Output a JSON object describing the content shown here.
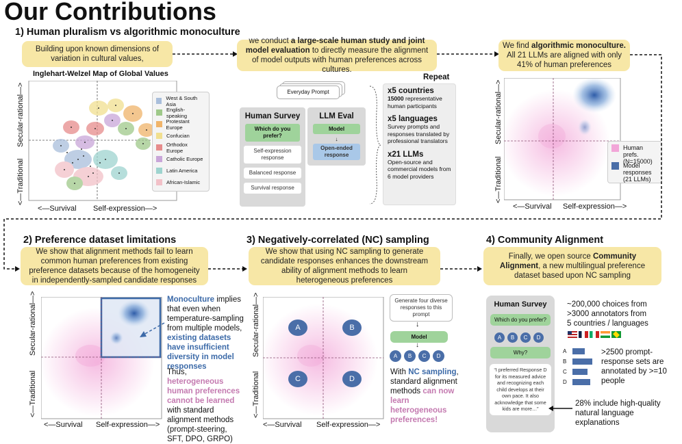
{
  "title": "Our Contributions",
  "s1": {
    "title": "1) Human pluralism vs algorithmic monoculture",
    "note_left": "Building upon known dimensions of variation in cultural values,",
    "map_title": "Inglehart-Welzel Map of Global Values",
    "legend": [
      {
        "label": "West & South Asia",
        "color": "#a9bedb"
      },
      {
        "label": "English-speaking",
        "color": "#9fc98a"
      },
      {
        "label": "Protestant Europe",
        "color": "#f0b46a"
      },
      {
        "label": "Confucian",
        "color": "#f1df8f"
      },
      {
        "label": "Orthodox Europe",
        "color": "#e68c8c"
      },
      {
        "label": "Catholic Europe",
        "color": "#c9a6d9"
      },
      {
        "label": "Latin America",
        "color": "#9ed4cf"
      },
      {
        "label": "African-Islamic",
        "color": "#f2c1c8"
      }
    ],
    "axis_y_top": "Secular-rational—>",
    "axis_y_bottom": "<—Traditional",
    "axis_x_left": "<—Survival",
    "axis_x_right": "Self-expression—>",
    "note_mid_pre": "we conduct ",
    "note_mid_bold": "a large-scale human study and joint model evaluation",
    "note_mid_post": " to directly measure the alignment of model outputs with human preferences across cultures.",
    "everyday_prompt": "Everyday Prompt",
    "human_survey": "Human Survey",
    "which_prefer": "Which do you prefer?",
    "responses": [
      "Self-expression response",
      "Balanced response",
      "Survival response"
    ],
    "llm_eval": "LLM Eval",
    "model": "Model",
    "open_ended": "Open-ended response",
    "repeat": "Repeat",
    "repeat_items": [
      {
        "head": "x5 countries",
        "sub_bold": "15000",
        "sub": " representative human participants"
      },
      {
        "head": "x5 languages",
        "sub_bold": "",
        "sub": "Survey prompts and responses translated by professional translators"
      },
      {
        "head": "x21 LLMs",
        "sub_bold": "",
        "sub": "Open-source and commercial models from 6 model providers"
      }
    ],
    "note_right_pre": "We find ",
    "note_right_bold": "algorithmic monoculture.",
    "note_right_post": " All 21 LLMs are aligned with only 41% of human preferences",
    "legend2": [
      {
        "label": "Human prefs. (N=15000)",
        "color": "#f2a6d8"
      },
      {
        "label": "Model responses (21 LLMs)",
        "color": "#4a6ea8"
      }
    ]
  },
  "s2": {
    "title": "2) Preference dataset limitations",
    "note": "We show that alignment methods fail to learn common human preferences from existing preference datasets because of the homogeneity in independently-sampled candidate responses",
    "t1_a": "Monoculture",
    "t1_b": " implies that even when temperature-sampling from multiple models, ",
    "t1_c": "existing datasets have insufficient diversity in model responses",
    "t2_a": "Thus, ",
    "t2_b": "heterogeneous human preferences cannot be learned",
    "t2_c": " with standard alignment methods (prompt-steering, SFT, DPO, GRPO)"
  },
  "s3": {
    "title": "3) Negatively-correlated (NC) sampling",
    "note": "We show that using NC sampling to generate candidate responses enhances the downstream ability of alignment methods to learn heterogeneous preferences",
    "quad_labels": [
      "A",
      "B",
      "C",
      "D"
    ],
    "gen_prompt": "Generate four diverse responses to this prompt",
    "model": "Model",
    "t_a": "With ",
    "t_b": "NC sampling",
    "t_c": ", standard alignment methods ",
    "t_d": "can now learn heterogeneous preferences!"
  },
  "s4": {
    "title": "4) Community Alignment",
    "note_pre": "Finally, we open source ",
    "note_bold": "Community Alignment",
    "note_post": ", a new multilingual preference dataset based upon NC sampling",
    "survey_title": "Human Survey",
    "which_prefer": "Which do you prefer?",
    "choices": [
      "A",
      "B",
      "C",
      "D"
    ],
    "why": "Why?",
    "quote": "“I preferred Response D for its measured advice and recognizing each child develops at their own pace. It also acknowledge that some kids are more…”",
    "stat1": "~200,000 choices from >3000 annotators from 5 countries / languages",
    "stat2": ">2500 prompt-response sets are annotated by >=10 people",
    "stat3": "28% include high-quality natural language explanations",
    "bar_labels": [
      "A",
      "B",
      "C",
      "D"
    ],
    "bar_values": [
      0.55,
      0.9,
      0.7,
      0.8
    ]
  }
}
